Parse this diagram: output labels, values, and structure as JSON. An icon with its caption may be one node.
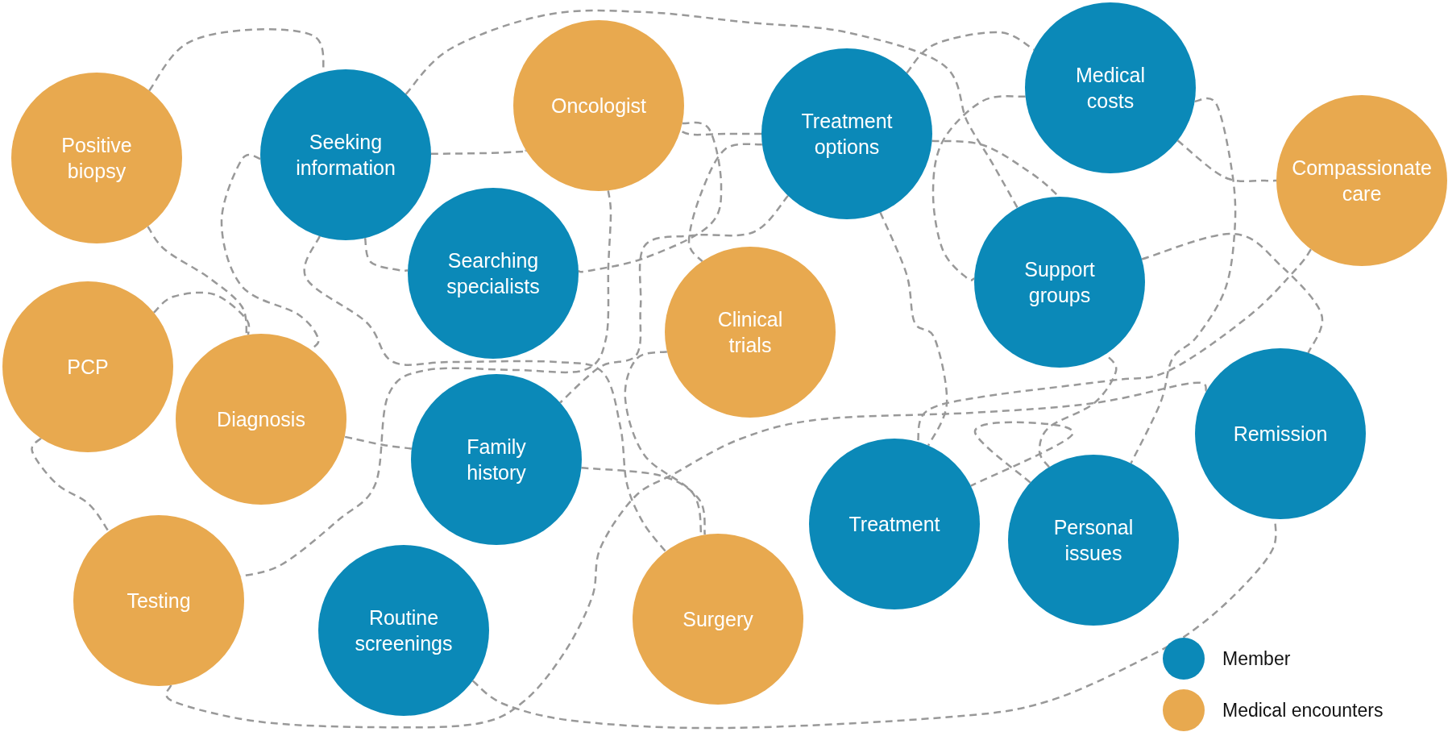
{
  "diagram": {
    "nodes": [
      {
        "text": [
          "Positive biopsy"
        ]
      },
      {
        "text": [
          "Seeking information"
        ]
      },
      {
        "text": [
          "Oncologist"
        ]
      },
      {
        "text": [
          "Treatment options"
        ]
      },
      {
        "text": [
          "Medical costs"
        ]
      },
      {
        "text": [
          "Compassionate care"
        ]
      },
      {
        "text": [
          "Searching specialists"
        ]
      },
      {
        "text": [
          "Support groups"
        ]
      },
      {
        "text": [
          "Clinical trials"
        ]
      },
      {
        "text": [
          "PCP"
        ]
      },
      {
        "text": [
          "Diagnosis"
        ]
      },
      {
        "text": [
          "Family history"
        ]
      },
      {
        "text": [
          "Remission"
        ]
      },
      {
        "text": [
          "Treatment"
        ]
      },
      {
        "text": [
          "Personal issues"
        ]
      },
      {
        "text": [
          "Testing"
        ]
      },
      {
        "text": [
          "Routine screenings"
        ]
      },
      {
        "text": [
          "Surgery"
        ]
      }
    ],
    "edges": [
      {
        "from": 0,
        "to": 1,
        "arrow": "none",
        "style": "dashed"
      },
      {
        "from": 0,
        "to": 10,
        "arrow": "none",
        "style": "dashed"
      },
      {
        "from": 9,
        "to": 10,
        "arrow": "none",
        "style": "dashed"
      },
      {
        "from": 9,
        "to": 15,
        "arrow": "none",
        "style": "dashed"
      },
      {
        "from": 1,
        "to": 10,
        "arrow": "none",
        "style": "dashed"
      },
      {
        "from": 1,
        "to": 17,
        "arrow": "none",
        "style": "dashed"
      },
      {
        "from": 1,
        "to": 6,
        "arrow": "none",
        "style": "dashed"
      },
      {
        "from": 1,
        "to": 2,
        "arrow": "none",
        "style": "dashed"
      },
      {
        "from": 1,
        "to": 7,
        "arrow": "none",
        "style": "dashed"
      },
      {
        "from": 2,
        "to": 15,
        "arrow": "none",
        "style": "dashed"
      },
      {
        "from": 2,
        "to": 6,
        "arrow": "none",
        "style": "dashed"
      },
      {
        "from": 3,
        "to": 2,
        "arrow": "none",
        "style": "dashed"
      },
      {
        "from": 3,
        "to": 8,
        "arrow": "none",
        "style": "dashed"
      },
      {
        "from": 3,
        "to": 11,
        "arrow": "none",
        "style": "dashed"
      },
      {
        "from": 3,
        "to": 7,
        "arrow": "none",
        "style": "dashed"
      },
      {
        "from": 3,
        "to": 4,
        "arrow": "none",
        "style": "dashed"
      },
      {
        "from": 3,
        "to": 13,
        "arrow": "none",
        "style": "dashed"
      },
      {
        "from": 4,
        "to": 7,
        "arrow": "none",
        "style": "dashed"
      },
      {
        "from": 4,
        "to": 5,
        "arrow": "none",
        "style": "dashed"
      },
      {
        "from": 4,
        "to": 14,
        "arrow": "none",
        "style": "dashed"
      },
      {
        "from": 7,
        "to": 12,
        "arrow": "none",
        "style": "dashed"
      },
      {
        "from": 5,
        "to": 13,
        "arrow": "none",
        "style": "dashed"
      },
      {
        "from": 14,
        "to": 13,
        "arrow": "none",
        "style": "dashed"
      },
      {
        "from": 14,
        "to": 7,
        "arrow": "none",
        "style": "dashed"
      },
      {
        "from": 11,
        "to": 10,
        "arrow": "none",
        "style": "dashed"
      },
      {
        "from": 11,
        "to": 17,
        "arrow": "none",
        "style": "dashed"
      },
      {
        "from": 8,
        "to": 17,
        "arrow": "none",
        "style": "dashed"
      },
      {
        "from": 15,
        "to": 12,
        "arrow": "none",
        "style": "dashed"
      },
      {
        "from": 16,
        "to": 12,
        "arrow": "none",
        "style": "dashed"
      }
    ],
    "legend": [
      {
        "text": "Member",
        "color": "#0b89b8"
      },
      {
        "text": "Medical encounters",
        "color": "#e8a94f"
      }
    ]
  }
}
